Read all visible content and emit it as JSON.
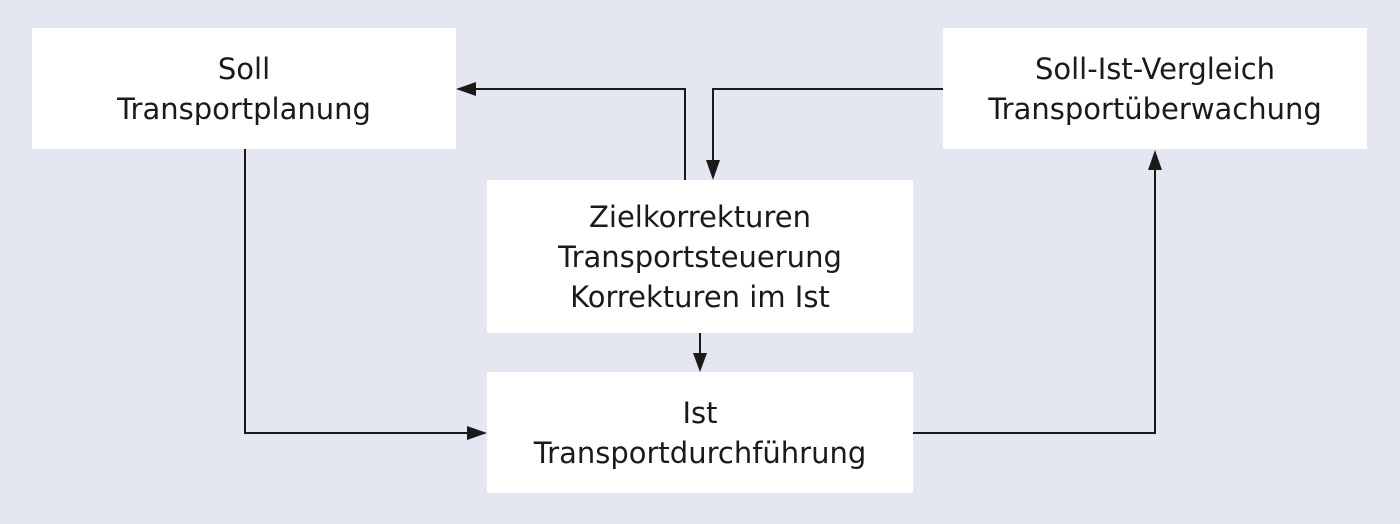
{
  "diagram": {
    "boxes": {
      "soll": {
        "line1": "Soll",
        "line2": "Transportplanung"
      },
      "vergleich": {
        "line1": "Soll-Ist-Vergleich",
        "line2": "Transportüberwachung"
      },
      "steuerung": {
        "line1": "Zielkorrekturen",
        "line2": "Transportsteuerung",
        "line3": "Korrekturen im Ist"
      },
      "ist": {
        "line1": "Ist",
        "line2": "Transportdurchführung"
      }
    },
    "colors": {
      "background": "#e4e7f1",
      "box": "#ffffff",
      "line": "#1a1a1a"
    }
  }
}
